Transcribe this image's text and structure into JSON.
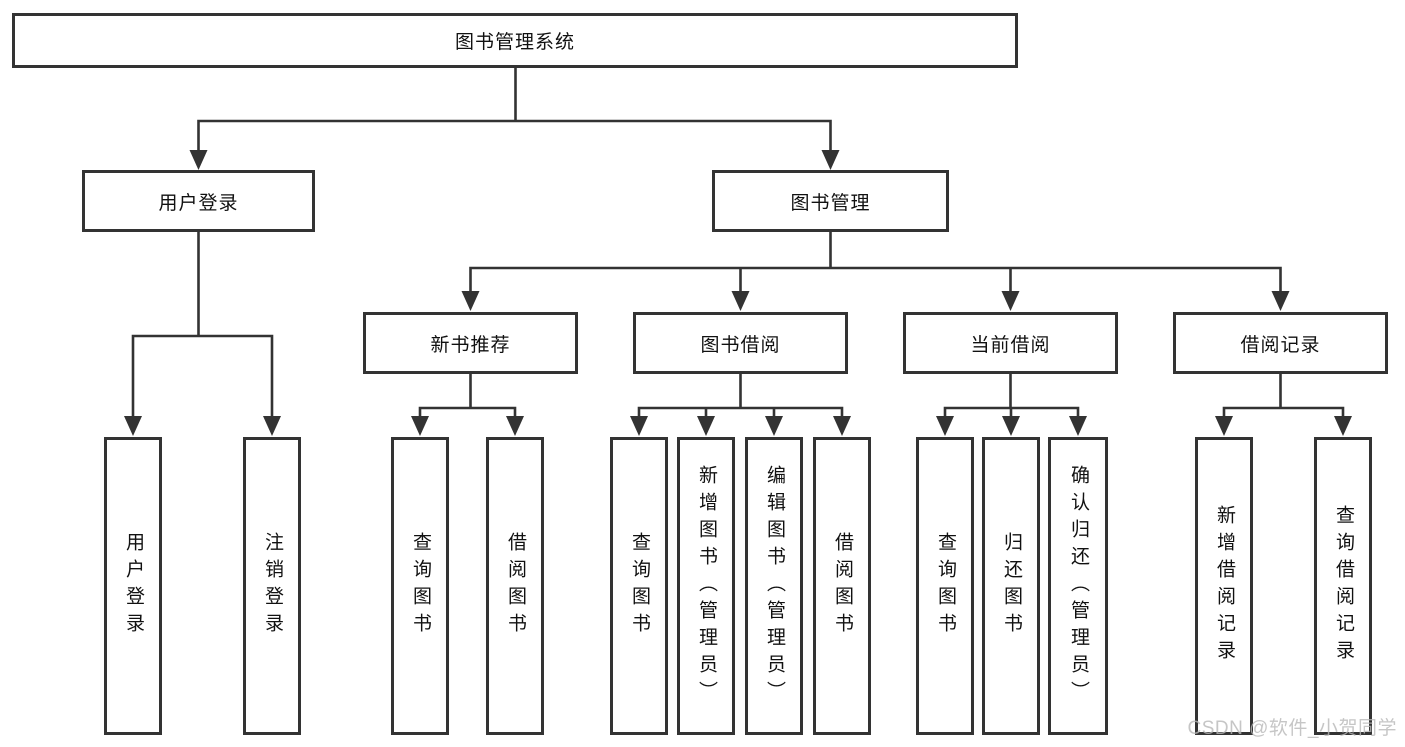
{
  "watermark": "CSDN @软件_小贺同学",
  "colors": {
    "line": "#333333",
    "box_border": "#333333",
    "box_bg": "#ffffff",
    "text": "#111111",
    "watermark": "#b8b8b8"
  },
  "tree": {
    "label": "图书管理系统",
    "children": [
      {
        "label": "用户登录",
        "children": [
          {
            "label": "用户登录"
          },
          {
            "label": "注销登录"
          }
        ]
      },
      {
        "label": "图书管理",
        "children": [
          {
            "label": "新书推荐",
            "children": [
              {
                "label": "查询图书"
              },
              {
                "label": "借阅图书"
              }
            ]
          },
          {
            "label": "图书借阅",
            "children": [
              {
                "label": "查询图书"
              },
              {
                "label": "新增图书（管理员）"
              },
              {
                "label": "编辑图书（管理员）"
              },
              {
                "label": "借阅图书"
              }
            ]
          },
          {
            "label": "当前借阅",
            "children": [
              {
                "label": "查询图书"
              },
              {
                "label": "归还图书"
              },
              {
                "label": "确认归还（管理员）"
              }
            ]
          },
          {
            "label": "借阅记录",
            "children": [
              {
                "label": "新增借阅记录"
              },
              {
                "label": "查询借阅记录"
              }
            ]
          }
        ]
      }
    ]
  }
}
